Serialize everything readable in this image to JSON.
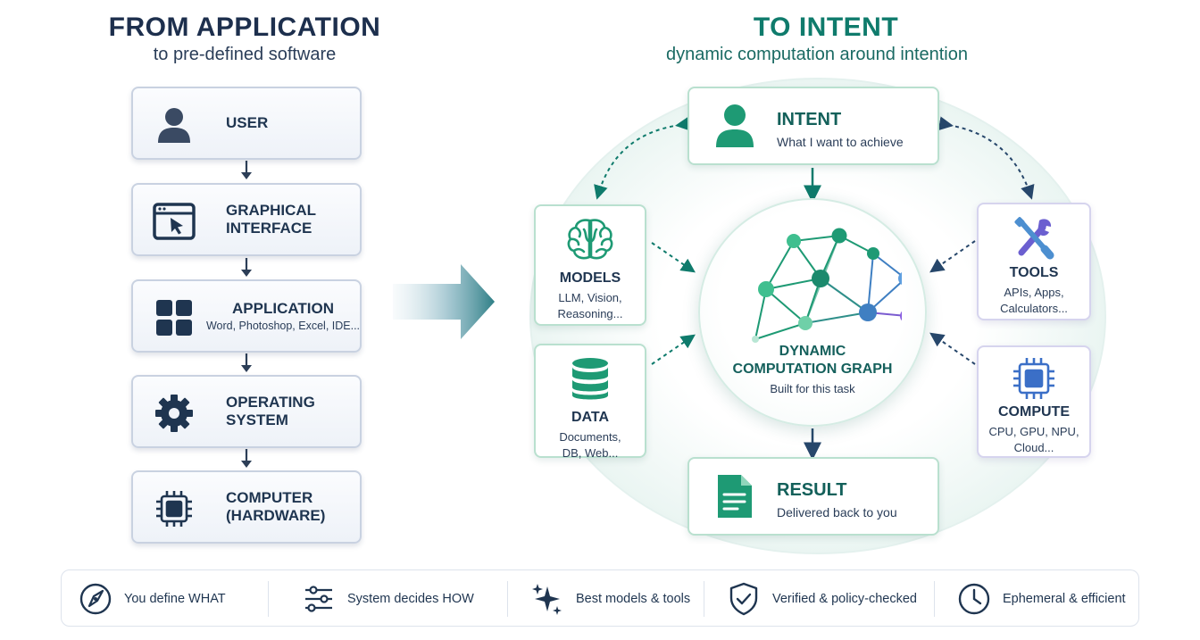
{
  "left_header": {
    "title": "FROM APPLICATION",
    "subtitle": "to pre-defined software"
  },
  "right_header": {
    "title": "TO INTENT",
    "subtitle": "dynamic computation around intention"
  },
  "left_stack": [
    {
      "label": "USER",
      "sub": "",
      "icon": "user-icon"
    },
    {
      "label": "GRAPHICAL\nINTERFACE",
      "sub": "",
      "icon": "window-cursor-icon"
    },
    {
      "label": "APPLICATION",
      "sub": "Word, Photoshop, Excel, IDE...",
      "icon": "app-grid-icon"
    },
    {
      "label": "OPERATING\nSYSTEM",
      "sub": "",
      "icon": "gear-icon"
    },
    {
      "label": "COMPUTER\n(HARDWARE)",
      "sub": "",
      "icon": "chip-icon"
    }
  ],
  "intent": {
    "label": "INTENT",
    "sub": "What I want to achieve",
    "icon": "user-icon"
  },
  "models": {
    "label": "MODELS",
    "sub": "LLM, Vision,\nReasoning...",
    "icon": "brain-icon"
  },
  "data": {
    "label": "DATA",
    "sub": "Documents,\nDB, Web...",
    "icon": "database-icon"
  },
  "tools": {
    "label": "TOOLS",
    "sub": "APIs, Apps,\nCalculators...",
    "icon": "wrench-screwdriver-icon"
  },
  "compute": {
    "label": "COMPUTE",
    "sub": "CPU, GPU, NPU,\nCloud...",
    "icon": "chip-icon"
  },
  "center": {
    "label": "DYNAMIC\nCOMPUTATION GRAPH",
    "sub": "Built for this task",
    "icon": "network-graph-icon"
  },
  "result": {
    "label": "RESULT",
    "sub": "Delivered back to you",
    "icon": "document-icon"
  },
  "features": [
    {
      "label": "You define WHAT",
      "icon": "compass-icon"
    },
    {
      "label": "System decides HOW",
      "icon": "sliders-icon"
    },
    {
      "label": "Best models & tools",
      "icon": "sparkles-icon"
    },
    {
      "label": "Verified & policy-checked",
      "icon": "shield-check-icon"
    },
    {
      "label": "Ephemeral & efficient",
      "icon": "clock-icon"
    }
  ],
  "colors": {
    "navy": "#1f3550",
    "teal": "#0f7b6c",
    "green": "#1e9a74",
    "violet": "#6b5fd0"
  }
}
